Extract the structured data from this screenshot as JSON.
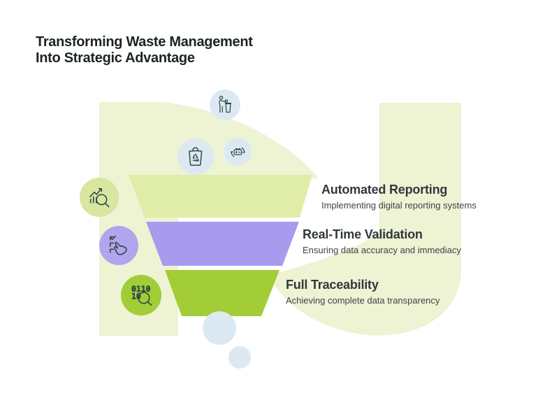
{
  "title": {
    "line1": "Transforming Waste Management",
    "line2": "Into Strategic Advantage"
  },
  "funnel": {
    "stages": [
      {
        "label": "Automated Reporting",
        "description": "Implementing digital reporting systems",
        "color": "#dfeda9"
      },
      {
        "label": "Real-Time Validation",
        "description": "Ensuring data accuracy and immediacy",
        "color": "#a89bee"
      },
      {
        "label": "Full Traceability",
        "description": "Achieving complete data transparency",
        "color": "#a3cd36"
      }
    ]
  },
  "badges": {
    "person_waste": {
      "icon": "person-disposing-waste-icon",
      "color": "#dde9f2"
    },
    "recycle_bin": {
      "icon": "recycle-bin-icon",
      "color": "#dde9f2"
    },
    "battery": {
      "icon": "battery-recycling-icon",
      "color": "#dde9f2"
    },
    "analytics": {
      "icon": "analytics-magnifier-icon",
      "color": "#d8e6a0"
    },
    "checklist_hand": {
      "icon": "checklist-click-icon",
      "color": "#b2a5ee"
    },
    "data_scan": {
      "icon": "data-scan-magnifier-icon",
      "color": "#a3cd36",
      "digits_line1": "0110",
      "digits_line2": "10"
    }
  },
  "colors": {
    "background_shape": "#edf3d3",
    "drip_circle": "#dde9f2",
    "icon_stroke": "#2d4a47",
    "title_text": "#1b2420",
    "heading_text": "#31383b",
    "description_text": "#3d4447"
  }
}
